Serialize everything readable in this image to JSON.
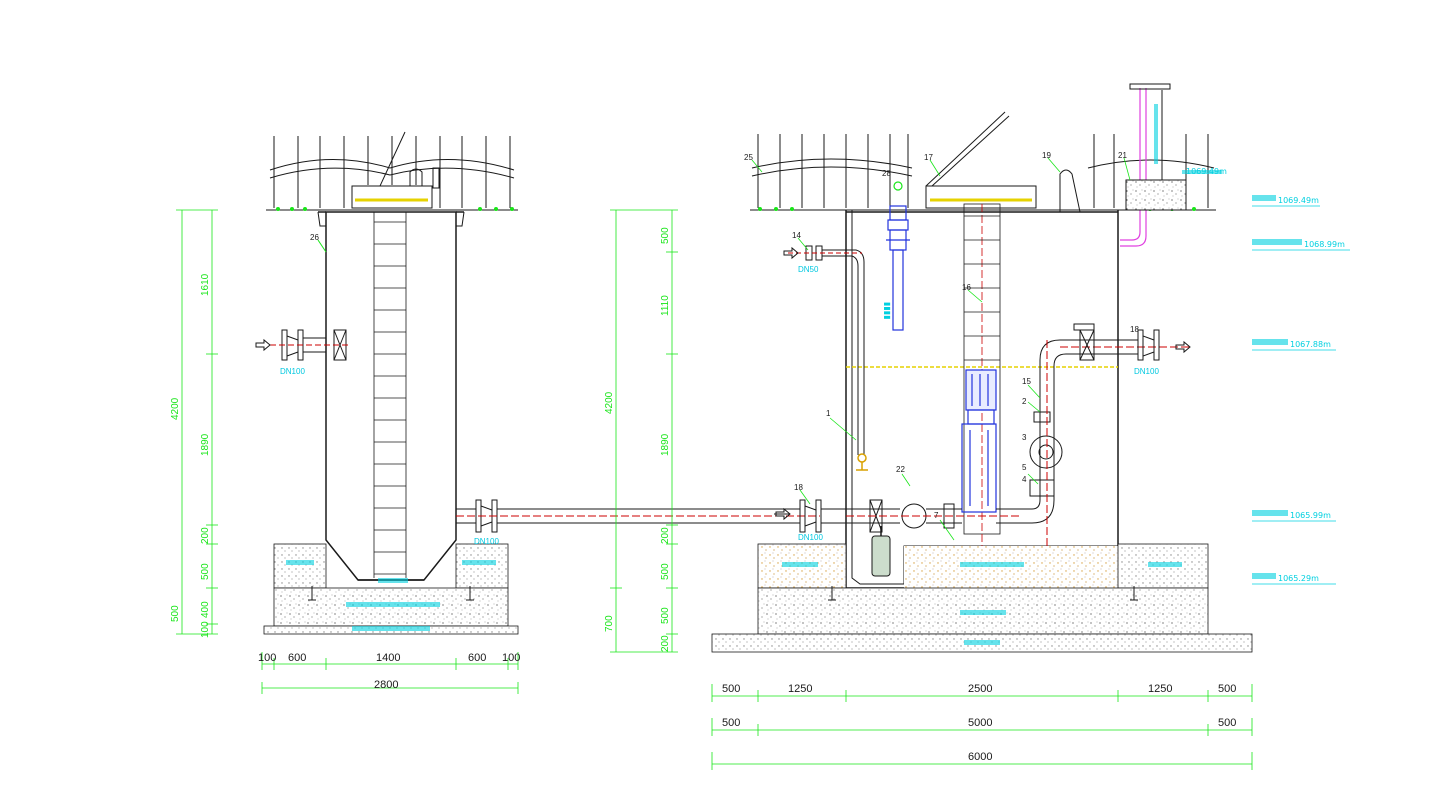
{
  "colors": {
    "line": "#1a1a1a",
    "dimension": "#19e619",
    "label": "#00d0e0",
    "pipe": "#cc0000",
    "pump": "#2233dd",
    "water_level": "#e6d200",
    "soil": "#d8b060",
    "vent_pipe": "#e040e0"
  },
  "left_view": {
    "dims_vertical": [
      "1610",
      "1890",
      "200",
      "500",
      "400",
      "100",
      "500",
      "4200"
    ],
    "dims_horizontal": [
      "100",
      "600",
      "1400",
      "600",
      "100"
    ],
    "total_width": "2800",
    "pipe_labels": [
      "DN100",
      "DN100"
    ],
    "callout": "26"
  },
  "right_view": {
    "dims_vertical": [
      "500",
      "1110",
      "1890",
      "200",
      "500",
      "500",
      "200",
      "4200",
      "700"
    ],
    "dims_horizontal_row1": [
      "500",
      "1250",
      "2500",
      "1250",
      "500"
    ],
    "dims_horizontal_row2": [
      "500",
      "5000",
      "500"
    ],
    "total_width": "6000",
    "pipe_labels": [
      "DN50",
      "DN100",
      "DN100"
    ],
    "callouts": [
      "25",
      "17",
      "19",
      "21",
      "28",
      "14",
      "16",
      "1",
      "22",
      "18",
      "15",
      "2",
      "3",
      "5",
      "4",
      "7",
      "18"
    ],
    "elevations": [
      "1069.49m",
      "1068.99m",
      "1067.88m",
      "1065.99m",
      "1065.29m"
    ],
    "top_elevation": "1069.49m"
  }
}
